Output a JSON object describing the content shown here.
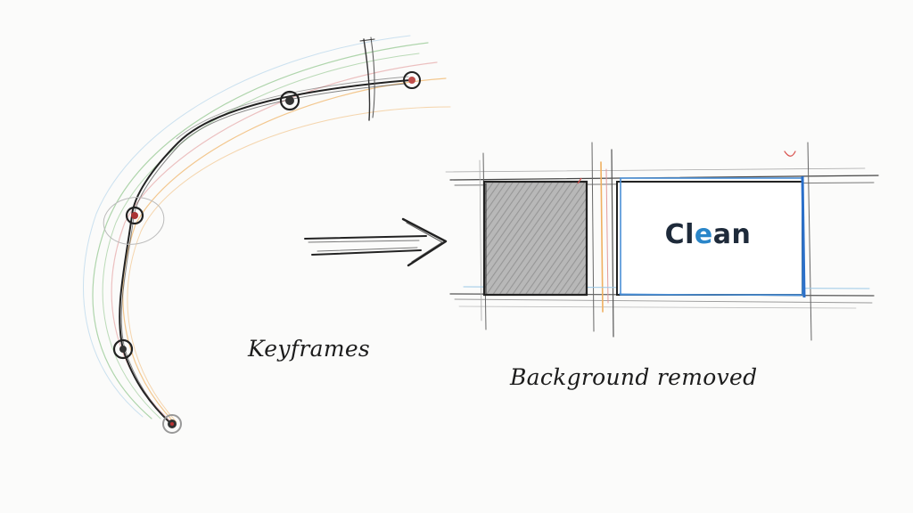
{
  "labels": {
    "keyframes": "Keyframes",
    "background_removed": "Background removed"
  },
  "clean_panel": {
    "text_before": "Cl",
    "text_accent": "e",
    "text_after": "an"
  },
  "colors": {
    "ink": "#1c1c1c",
    "accent_blue": "#2a86c9",
    "pencil_green": "#8fc48a",
    "pencil_red": "#e39a9a",
    "pencil_orange": "#f0b060",
    "pencil_blue": "#4a8fd6",
    "hatch_gray": "#8a8a8a"
  },
  "icons": {
    "arrow": "right-arrow-icon",
    "keyframe": "keyframe-dot-icon"
  }
}
